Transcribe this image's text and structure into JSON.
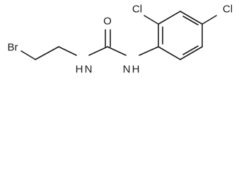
{
  "molecule": {
    "atoms": {
      "br": "Br",
      "o": "O",
      "nh_left": "H",
      "n_left": "N",
      "nh_right": "H",
      "n_right": "N",
      "cl_ortho": "Cl",
      "cl_para": "Cl"
    }
  }
}
